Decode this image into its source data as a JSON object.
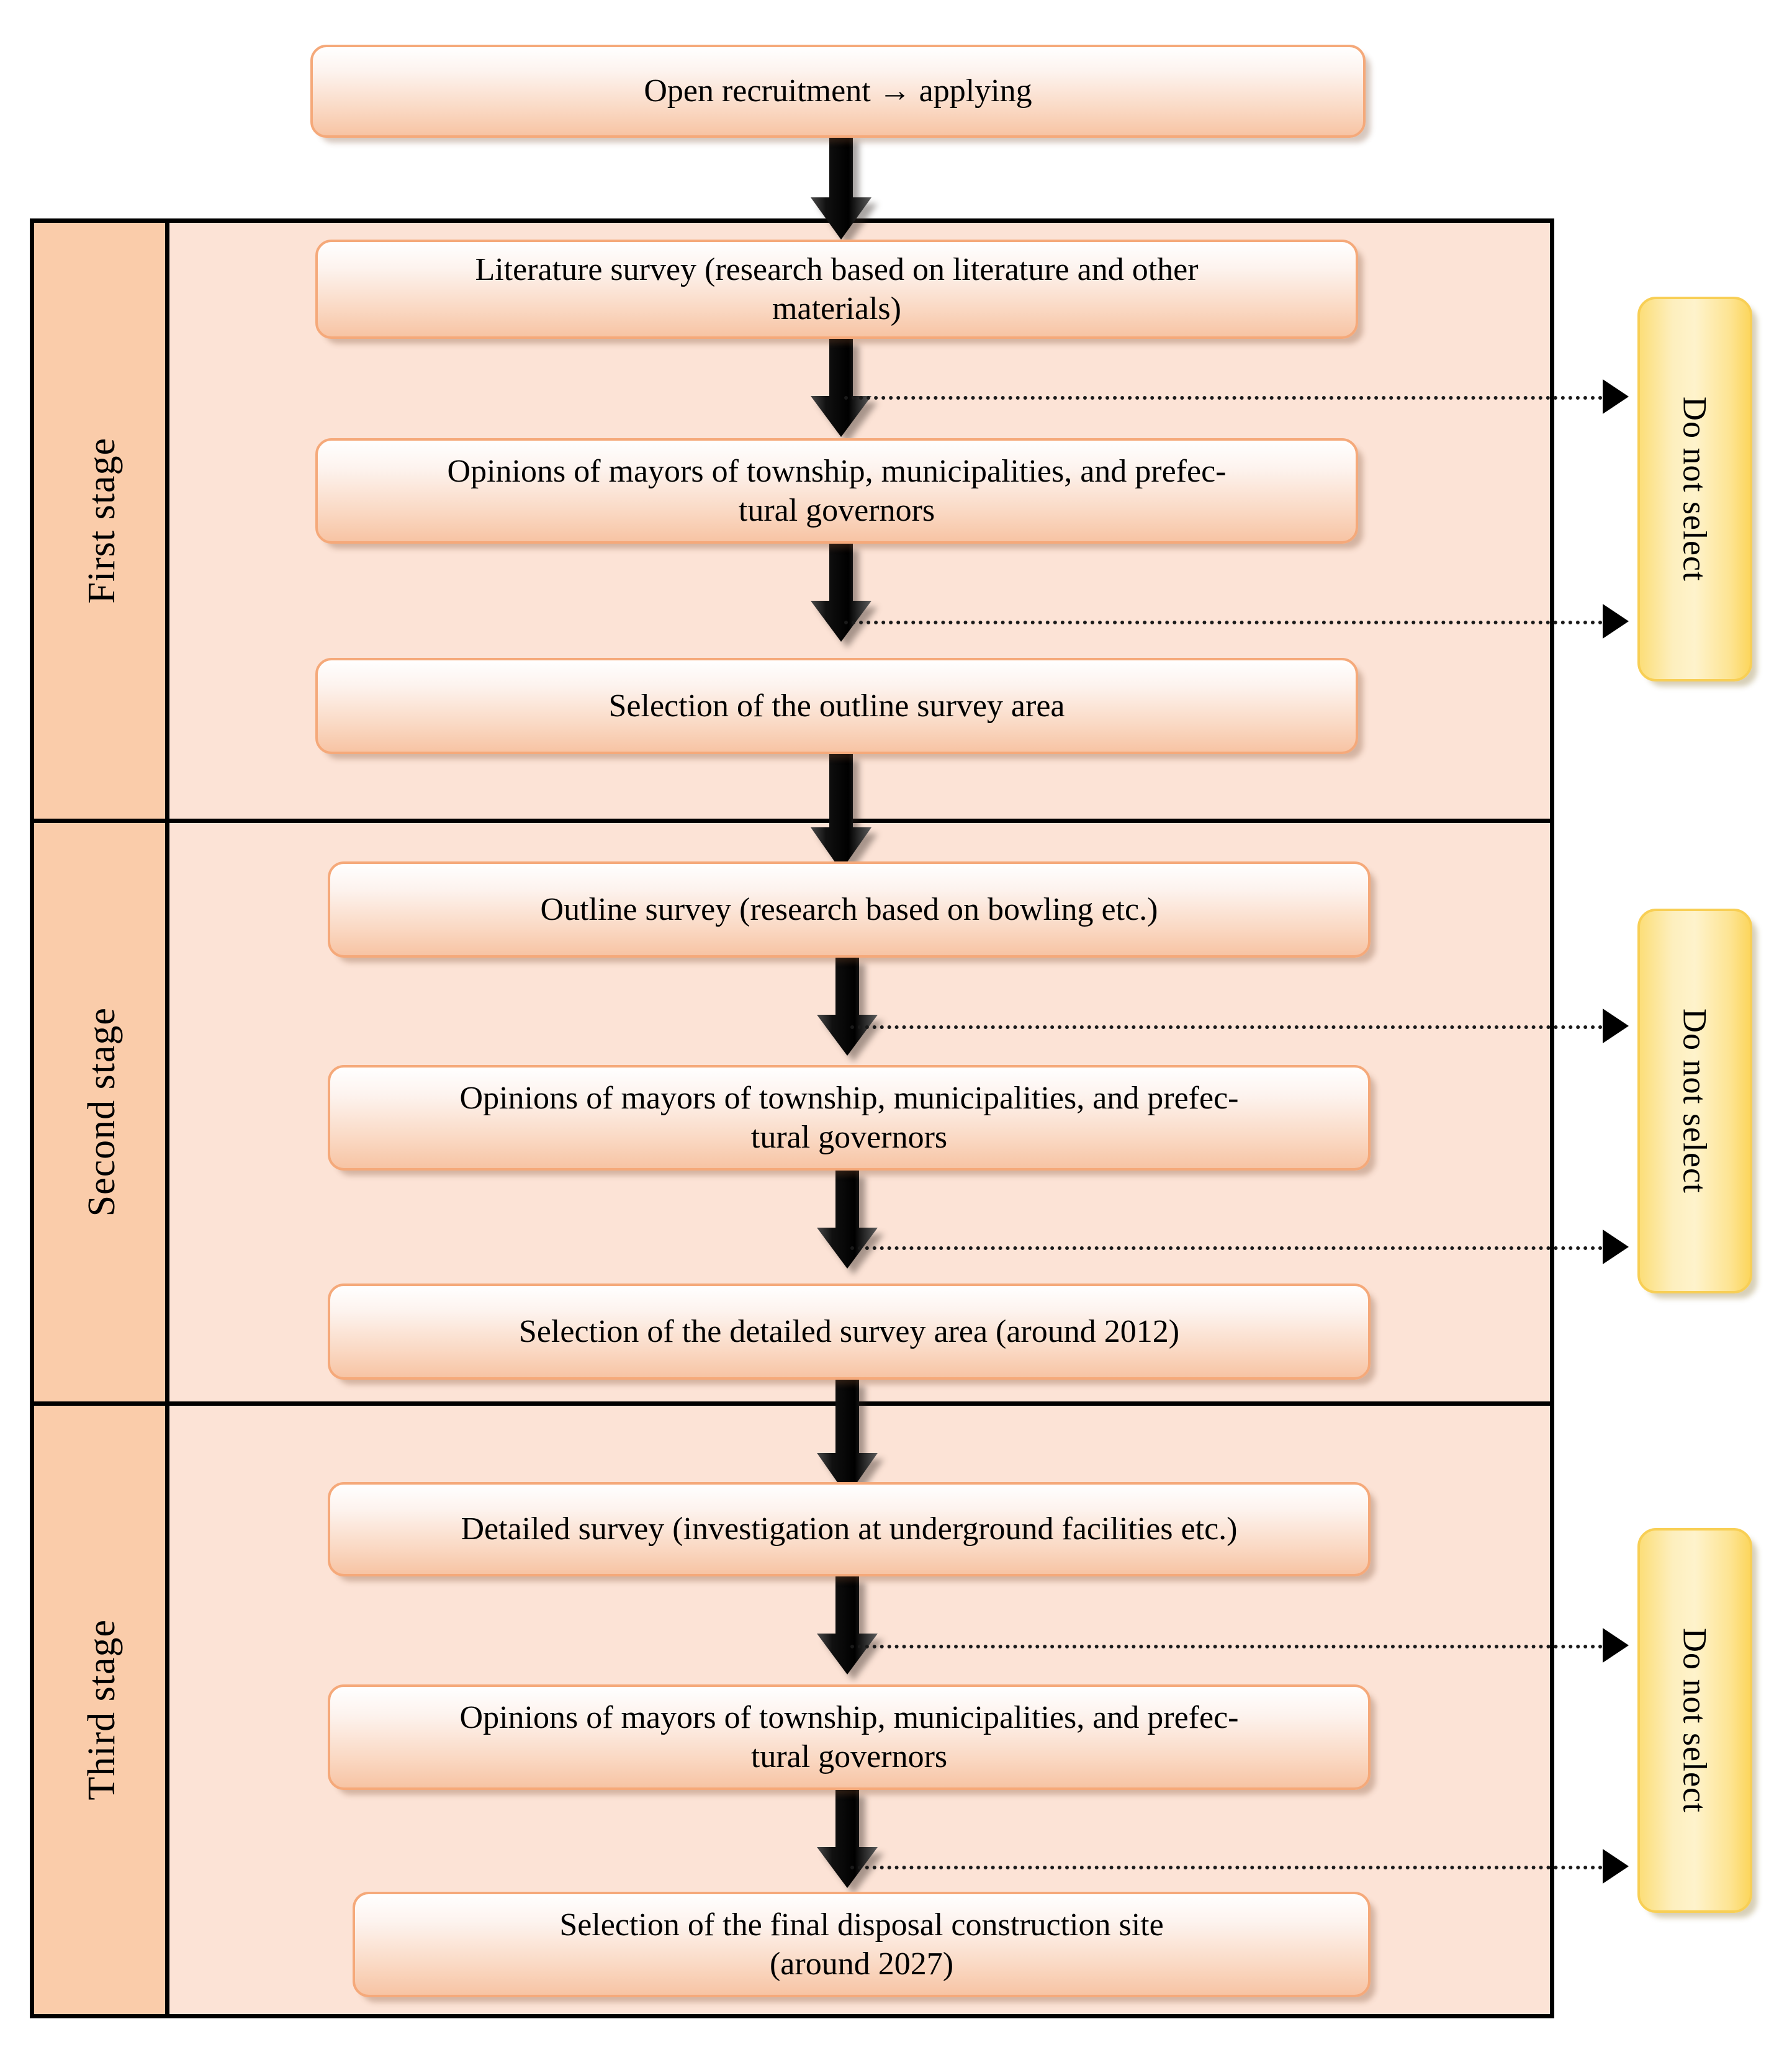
{
  "diagram": {
    "title": "Site selection process flowchart",
    "colors": {
      "box_border": "#F5A97A",
      "box_fill_top": "#FFFFFF",
      "box_fill_bottom": "#F7C4A4",
      "lane_fill": "#FCE3D6",
      "lane_label_fill": "#FACCAA",
      "yellow_border": "#F8CF55",
      "yellow_fill": "#FDE492",
      "frame_stroke": "#000000",
      "arrow_fill": "#000000"
    }
  },
  "entry": {
    "label": "Open recruitment → applying"
  },
  "stages": [
    {
      "label": "First stage",
      "steps": [
        {
          "label_line1": "Literature survey (research based on literature and other",
          "label_line2": "materials)"
        },
        {
          "label_line1": "Opinions of mayors of township, municipalities, and prefec-",
          "label_line2": "tural governors"
        },
        {
          "label_line1": "Selection of the outline survey area",
          "label_line2": ""
        }
      ],
      "reject": {
        "label": "Do not select"
      }
    },
    {
      "label": "Second stage",
      "steps": [
        {
          "label_line1": "Outline survey (research based on bowling etc.)",
          "label_line2": ""
        },
        {
          "label_line1": "Opinions of mayors of township, municipalities, and prefec-",
          "label_line2": "tural governors"
        },
        {
          "label_line1": "Selection of the detailed survey area (around 2012)",
          "label_line2": ""
        }
      ],
      "reject": {
        "label": "Do not select"
      }
    },
    {
      "label": "Third stage",
      "steps": [
        {
          "label_line1": "Detailed survey (investigation at underground facilities etc.)",
          "label_line2": ""
        },
        {
          "label_line1": "Opinions of mayors of township, municipalities, and prefec-",
          "label_line2": "tural governors"
        },
        {
          "label_line1": "Selection of the final disposal construction site",
          "label_line2": "(around 2027)"
        }
      ],
      "reject": {
        "label": "Do not select"
      }
    }
  ]
}
